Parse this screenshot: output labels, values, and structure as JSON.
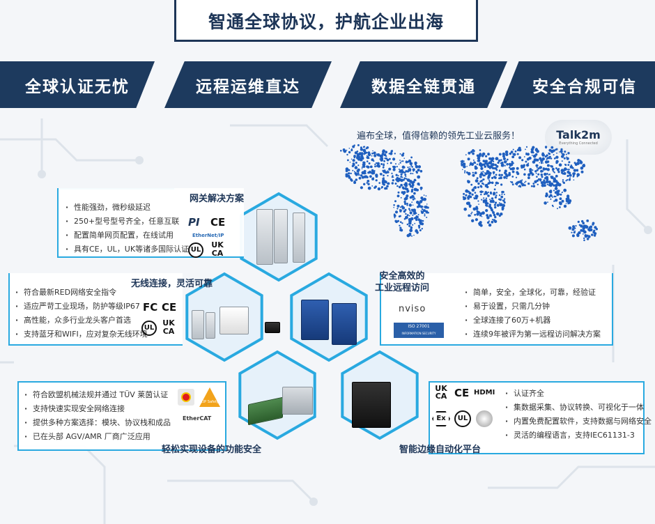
{
  "title": "智通全球协议，护航企业出海",
  "bands": [
    "全球认证无忧",
    "远程运维直达",
    "数据全链贯通",
    "安全合规可信"
  ],
  "map": {
    "caption": "遍布全球，值得信赖的领先工业云服务！",
    "brand": "Talk2m",
    "brand_sub": "Everything Connected"
  },
  "gateway": {
    "title": "网关解决方案",
    "items": [
      "性能强劲，微秒级延迟",
      "250+型号型号齐全，任意互联",
      "配置简单网页配置，在线试用",
      "具有CE，UL，UK等诸多国际认证"
    ],
    "logos": [
      "PI",
      "CE",
      "EtherNet/IP",
      "UL",
      "UK CA"
    ]
  },
  "wireless": {
    "title": "无线连接，灵活可靠",
    "items": [
      "符合最新RED网络安全指令",
      "适应严苛工业现场，防护等级IP67",
      "高性能，众多行业龙头客户首选",
      "支持蓝牙和WIFI，应对复杂无线环境"
    ],
    "logos": [
      "FC",
      "CE",
      "UL",
      "UK CA"
    ]
  },
  "remote": {
    "title_line1": "安全高效的",
    "title_line2": "工业远程访问",
    "items": [
      "简单，安全，全球化，可靠，经验证",
      "易于设置，只需几分钟",
      "全球连接了60万+机器",
      "连续9年被评为第一远程访问解决方案"
    ],
    "logos": [
      "nviso",
      "ISO 27001",
      "INFORMATION SECURITY MANAGEMENT"
    ]
  },
  "safety": {
    "title": "轻松实现设备的功能安全",
    "items": [
      "符合欧盟机械法规并通过 TÜV 莱茵认证",
      "支持快速实现安全网络连接",
      "提供多种方案选择：模块、协议栈和成品",
      "已在头部 AGV/AMR 厂商广泛应用"
    ],
    "logos": [
      "CIP Safety",
      "EtherCAT"
    ]
  },
  "edge": {
    "title": "智能边缘自动化平台",
    "items": [
      "认证齐全",
      "集数据采集、协议转换、可视化于一体",
      "内置免费配置软件，支持数据与网络安全",
      "灵活的编程语言，支持IEC61131-3"
    ],
    "logos": [
      "UK CA",
      "CE",
      "HDMI",
      "Ex",
      "UL"
    ]
  },
  "colors": {
    "navy": "#1d3a5e",
    "accent": "#29a9e0",
    "map": "#1f5fbf"
  }
}
